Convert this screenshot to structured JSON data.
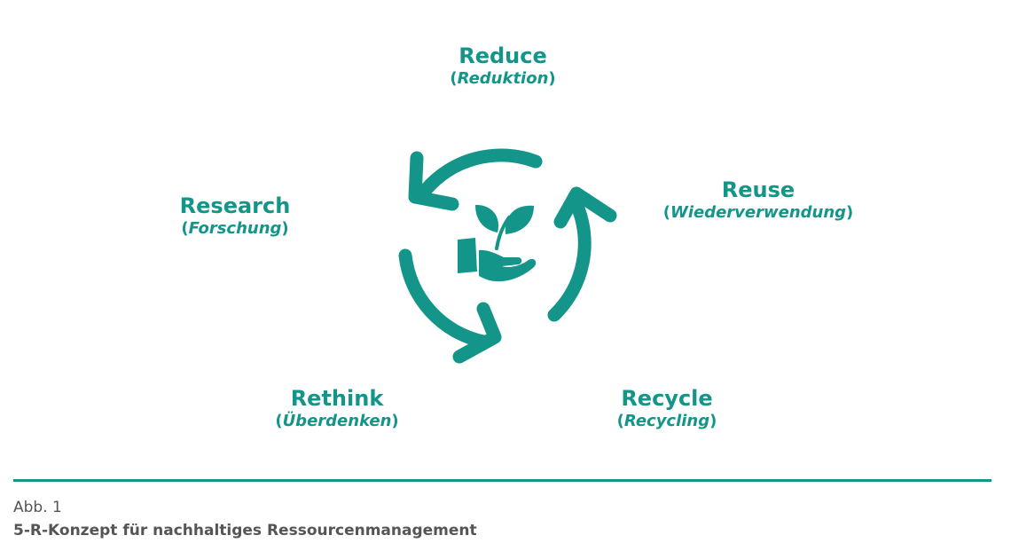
{
  "colors": {
    "accent": "#14958a",
    "caption_text": "#555555",
    "rule": "#14958a"
  },
  "icons": {
    "center": "hand-with-plant-icon",
    "arrows": [
      "cycle-arrow-icon",
      "cycle-arrow-icon",
      "cycle-arrow-icon"
    ]
  },
  "nodes": {
    "reduce": {
      "title": "Reduce",
      "translation": "Reduktion"
    },
    "reuse": {
      "title": "Reuse",
      "translation": "Wiederverwendung"
    },
    "recycle": {
      "title": "Recycle",
      "translation": "Recycling"
    },
    "rethink": {
      "title": "Rethink",
      "translation": "Überdenken"
    },
    "research": {
      "title": "Research",
      "translation": "Forschung"
    }
  },
  "caption": {
    "figure_number": "Abb. 1",
    "title": "5-R-Konzept für nachhaltiges Ressourcenmanagement"
  }
}
